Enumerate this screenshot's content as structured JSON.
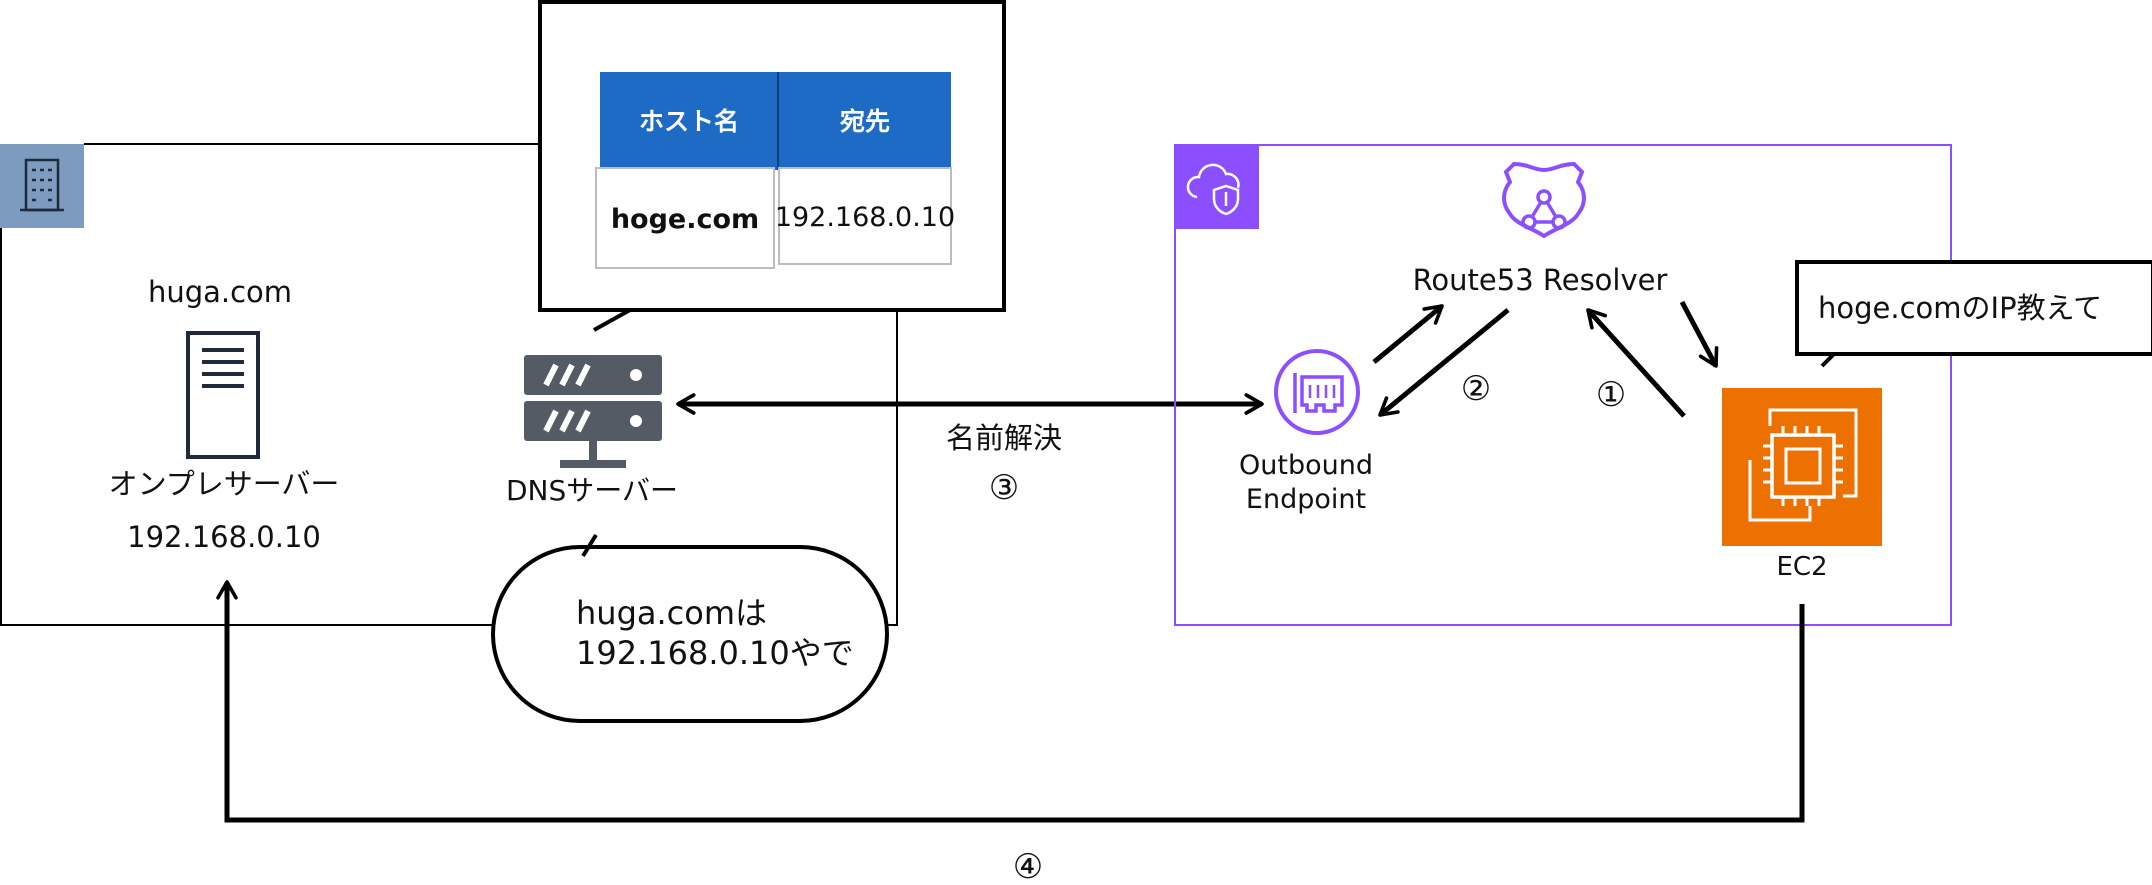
{
  "onprem": {
    "hostname": "huga.com",
    "server_label": "オンプレサーバー",
    "server_ip": "192.168.0.10"
  },
  "dns_table": {
    "header_host": "ホスト名",
    "header_dest": "宛先",
    "row_host": "hoge.com",
    "row_dest": "192.168.0.10"
  },
  "dns_server": {
    "label": "DNSサーバー"
  },
  "reply_bubble": {
    "line1": "huga.comは",
    "line2": "192.168.0.10やで"
  },
  "resolution": {
    "label": "名前解決",
    "step": "③"
  },
  "aws": {
    "resolver_label": "Route53 Resolver",
    "endpoint_line1": "Outbound",
    "endpoint_line2": "Endpoint",
    "ec2_label": "EC2",
    "ec2_question": "hoge.comのIP教えて",
    "step1": "①",
    "step2": "②"
  },
  "return_step": "④",
  "colors": {
    "table_header": "#1e6bc6",
    "aws_border": "#8c4fff",
    "aws_badge": "#8c4fff",
    "ec2": "#ed7100",
    "onprem_badge": "#7d9bbf",
    "dns_server_icon": "#545b64"
  }
}
